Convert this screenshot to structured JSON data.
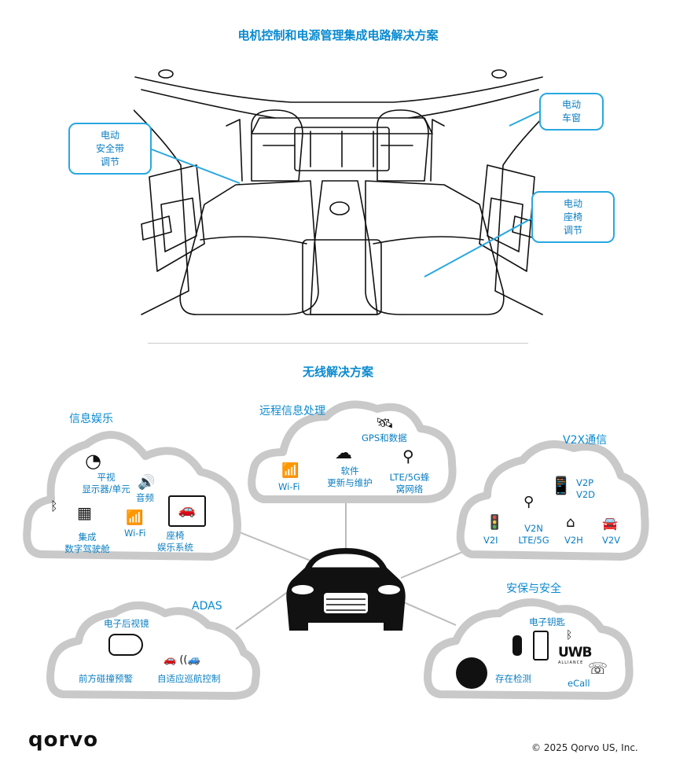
{
  "top_title": "电机控制和电源管理集成电路解决方案",
  "callouts": {
    "seatbelt": [
      "电动",
      "安全带",
      "调节"
    ],
    "window": [
      "电动",
      "车窗"
    ],
    "seat": [
      "电动",
      "座椅",
      "调节"
    ]
  },
  "wireless_title": "无线解决方案",
  "clouds": {
    "infotainment": {
      "title": "信息娱乐",
      "items": {
        "dash": [
          "平视",
          "显示器/单元"
        ],
        "audio": "音频",
        "cockpit": [
          "集成",
          "数字驾驶舱"
        ],
        "wifi": "Wi-Fi",
        "seat_ent": [
          "座椅",
          "娱乐系统"
        ]
      }
    },
    "telematics": {
      "title": "远程信息处理",
      "items": {
        "gps": "GPS和数据",
        "software": [
          "软件",
          "更新与维护"
        ],
        "wifi": "Wi-Fi",
        "lte": [
          "LTE/5G蜂",
          "窝网络"
        ]
      }
    },
    "v2x": {
      "title": "V2X通信",
      "items": {
        "v2p": [
          "V2P",
          "V2D"
        ],
        "v2i": "V2I",
        "v2n": [
          "V2N",
          "LTE/5G"
        ],
        "v2h": "V2H",
        "v2v": "V2V"
      }
    },
    "adas": {
      "title": "ADAS",
      "items": {
        "mirror": "电子后视镜",
        "fcw": "前方碰撞预警",
        "acc": "自适应巡航控制"
      }
    },
    "safety": {
      "title": "安保与安全",
      "items": {
        "key": "电子钥匙",
        "presence": "存在检测",
        "ecall": "eCall",
        "uwb": "UWB",
        "uwb_sub": "ALLIANCE"
      }
    }
  },
  "logo": "qorvo",
  "copyright": "© 2025 Qorvo US, Inc."
}
